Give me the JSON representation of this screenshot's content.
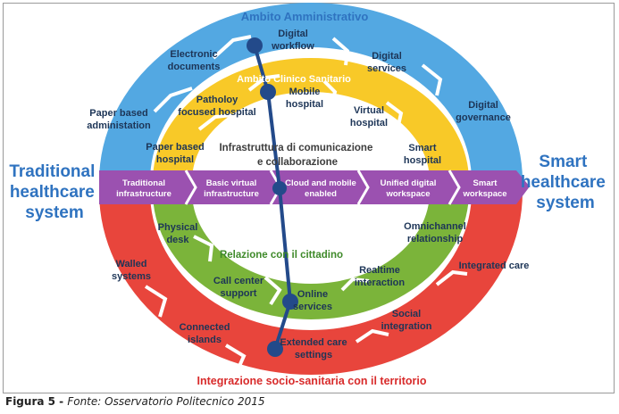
{
  "colors": {
    "blue": "#53a8e2",
    "yellow": "#f8c928",
    "green": "#7bb43a",
    "red": "#e8453c",
    "purple": "#9b51b0",
    "navy": "#234a8a",
    "blue_text": "#2f73c0",
    "red_text": "#d82b2b",
    "green_text": "#3f8a2a",
    "yellow_text": "#e9b21b",
    "dark": "#1d3557"
  },
  "left_title": [
    "Traditional",
    "healthcare",
    "system"
  ],
  "right_title": [
    "Smart",
    "healthcare",
    "system"
  ],
  "ring_titles": {
    "blue": "Ambito Amministrativo",
    "yellow": "Ambito Clinico Sanitario",
    "purple": [
      "Infrastruttura di comunicazione",
      "e collaborazione"
    ],
    "green": "Relazione con il cittadino",
    "red": "Integrazione socio-sanitaria con il territorio"
  },
  "blue_items": [
    [
      "Paper based",
      "administation"
    ],
    [
      "Electronic",
      "documents"
    ],
    [
      "Digital",
      "workflow"
    ],
    [
      "Digital",
      "services"
    ],
    [
      "Digital",
      "governance"
    ]
  ],
  "yellow_items": [
    [
      "Paper based",
      "hospital"
    ],
    [
      "Patholoy",
      "focused hospital"
    ],
    [
      "Mobile",
      "hospital"
    ],
    [
      "Virtual",
      "hospital"
    ],
    [
      "Smart",
      "hospital"
    ]
  ],
  "purple_items": [
    [
      "Traditional",
      "infrastructure"
    ],
    [
      "Basic virtual",
      "infrastructure"
    ],
    [
      "Cloud and mobile",
      "enabled"
    ],
    [
      "Unified digital",
      "workspace"
    ],
    [
      "Smart",
      "workspace"
    ]
  ],
  "green_items": [
    [
      "Physical",
      "desk"
    ],
    [
      "Call center",
      "support"
    ],
    [
      "Online",
      "services"
    ],
    [
      "Realtime",
      "interaction"
    ],
    [
      "Omnichannel",
      "relationship"
    ]
  ],
  "red_items": [
    [
      "Walled",
      "systems"
    ],
    [
      "Connected",
      "islands"
    ],
    [
      "Extended care",
      "settings"
    ],
    [
      "Social",
      "integration"
    ],
    [
      "Integrated care"
    ]
  ],
  "caption": {
    "label": "Figura 5 - ",
    "source": "Fonte: Osservatorio Politecnico 2015"
  }
}
